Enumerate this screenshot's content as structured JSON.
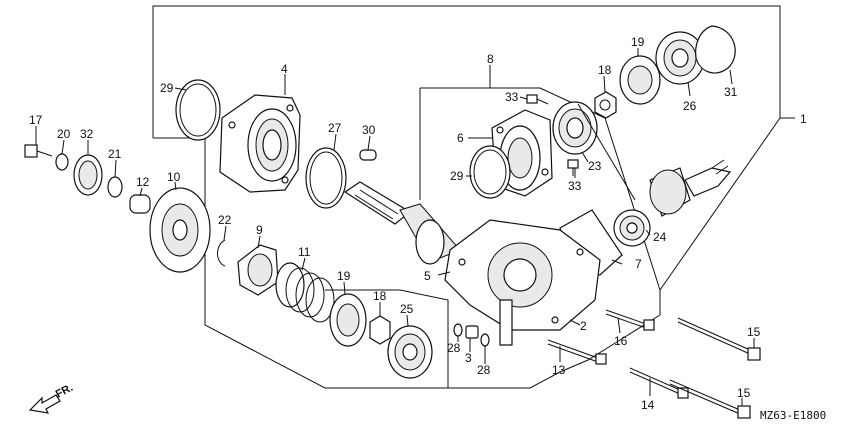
{
  "diagram": {
    "code": "MZ63-E1800",
    "direction_label": "FR.",
    "labels": {
      "p1": "1",
      "p2": "2",
      "p3": "3",
      "p4": "4",
      "p5": "5",
      "p6": "6",
      "p7": "7",
      "p8": "8",
      "p9": "9",
      "p10": "10",
      "p11": "11",
      "p12": "12",
      "p13": "13",
      "p14": "14",
      "p15a": "15",
      "p15b": "15",
      "p16": "16",
      "p17": "17",
      "p18a": "18",
      "p18b": "18",
      "p19a": "19",
      "p19b": "19",
      "p20": "20",
      "p21": "21",
      "p22": "22",
      "p23": "23",
      "p24": "24",
      "p25": "25",
      "p26": "26",
      "p27": "27",
      "p28a": "28",
      "p28b": "28",
      "p29a": "29",
      "p29b": "29",
      "p30": "30",
      "p31": "31",
      "p32": "32",
      "p33a": "33",
      "p33b": "33"
    }
  },
  "colors": {
    "ink": "#111111",
    "paper": "#ffffff"
  }
}
